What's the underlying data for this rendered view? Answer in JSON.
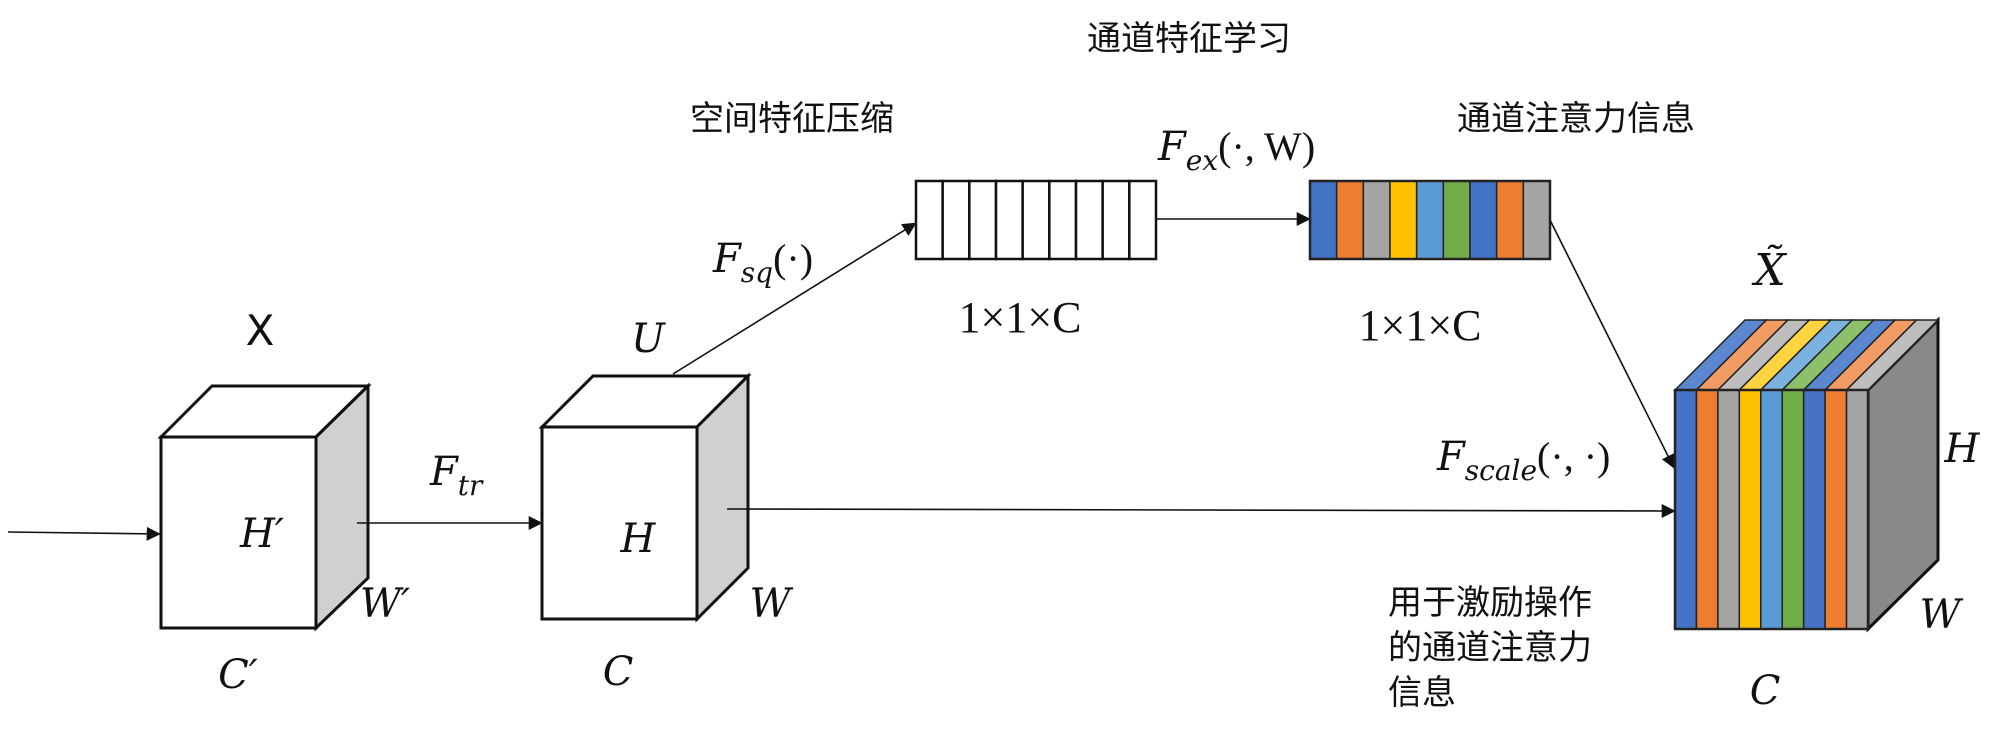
{
  "title": {
    "channel_feature_learning": "通道特征学习",
    "spatial_squeeze": "空间特征压缩",
    "channel_attention_info": "通道注意力信息"
  },
  "input_cube": {
    "label": "X",
    "height_label": "H′",
    "width_label": "W′",
    "channel_label": "C′",
    "face_color": "#ffffff",
    "side_color": "#d0d0d0"
  },
  "transform": {
    "label_main": "F",
    "label_sub": "tr"
  },
  "feature_cube": {
    "label": "U",
    "height_label": "H",
    "width_label": "W",
    "channel_label": "C",
    "face_color": "#ffffff",
    "side_color": "#d0d0d0"
  },
  "squeeze": {
    "label_main": "F",
    "label_sub": "sq",
    "label_args": "(·)",
    "vector_cells": 9,
    "vector_size": "1×1×C"
  },
  "excitation": {
    "label_main": "F",
    "label_sub": "ex",
    "label_args": "(·, W)",
    "vector_size": "1×1×C",
    "cell_colors": [
      "#4472C4",
      "#ED7D31",
      "#A5A5A5",
      "#FFC000",
      "#5B9BD5",
      "#70AD47",
      "#4472C4",
      "#ED7D31",
      "#A5A5A5"
    ],
    "top_colors": [
      "#5B86D0",
      "#F29B62",
      "#BDBDBD",
      "#FFD23F",
      "#7DB1E0",
      "#8DC06A",
      "#5B86D0",
      "#F29B62",
      "#BDBDBD"
    ]
  },
  "scale": {
    "label_main": "F",
    "label_sub": "scale",
    "label_args": "(·, ·)"
  },
  "output_cube": {
    "label": "X̃",
    "height_label": "H",
    "width_label": "W",
    "channel_label": "C",
    "side_color": "#888888"
  },
  "annotation": {
    "lines": [
      "用于激励操作",
      "的通道注意力",
      "信息"
    ]
  }
}
